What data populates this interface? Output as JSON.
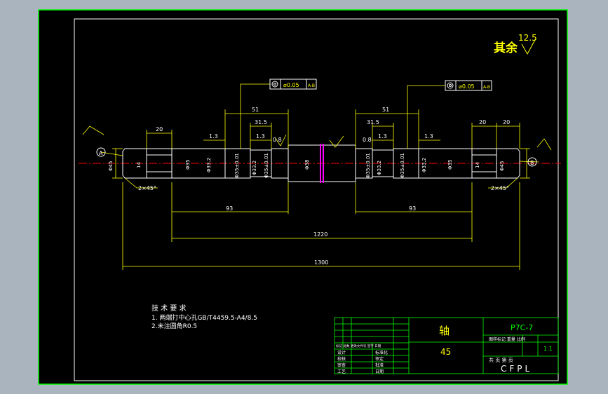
{
  "drawing": {
    "roughness_label": "其余",
    "roughness_value": "12.5",
    "small_roughness": "0.8",
    "datum_a": "A",
    "datum_b": "B",
    "chamfer_left": "2×45°",
    "chamfer_right": "2×45°",
    "gdt_left": "⌀0.05",
    "gdt_left_ref": "A-B",
    "gdt_right": "⌀0.05",
    "gdt_right_ref": "A-B",
    "dims": {
      "d20_left": "20",
      "d20_right_a": "20",
      "d20_right_b": "20",
      "d51_left": "51",
      "d51_right": "51",
      "d31_5_left": "31.5",
      "d31_5_right": "31.5",
      "d1_3_a": "1.3",
      "d1_3_b": "1.3",
      "d1_3_c": "1.3",
      "d1_3_d": "1.3",
      "d93_left": "93",
      "d93_right": "93",
      "d1220": "1220",
      "d1300": "1300",
      "phi45_left": "Φ45",
      "phi45_right": "Φ45",
      "d14_left": "14",
      "d14_right": "14",
      "phi35": "Φ35",
      "phi33_2_a": "Φ33.2",
      "phi35_tol_a": "Φ35±0.01",
      "phi33_2_b": "Φ33.2",
      "phi35_tol_b": "Φ35±0.01",
      "phi38": "Φ38",
      "phi35_tol_c": "Φ35±0.01",
      "phi33_2_c": "Φ33.2",
      "phi35_tol_d": "Φ35±0.01",
      "phi33_2_d": "Φ33.2",
      "phi35_right": "Φ35"
    }
  },
  "notes": {
    "title": "技 术 要 求",
    "line1": "1. 两端打中心孔GB/T4459.5-A4/8.5",
    "line2": "2.未注圆角R0.5"
  },
  "title_block": {
    "part_name": "轴",
    "material": "45",
    "drawing_no": "P7C-7",
    "headers": "图样标记  重量  比例",
    "scale": "1:1",
    "sheet": "共    页    第    页",
    "company": "CFPL",
    "design": "设计",
    "check": "校核",
    "review": "审查",
    "process": "工艺",
    "standard": "标准化",
    "approve": "审定",
    "ratify": "批准",
    "date": "日期",
    "mark_row": "标记  处数  更改文件号  签字  日期"
  },
  "colors": {
    "background": "#a9b4bf",
    "frame": "#00ff00",
    "paper": "#000000",
    "outline": "#ffffff",
    "dimension": "#ffff00",
    "centerline": "#ff0000",
    "cut": "#ff00ff"
  }
}
